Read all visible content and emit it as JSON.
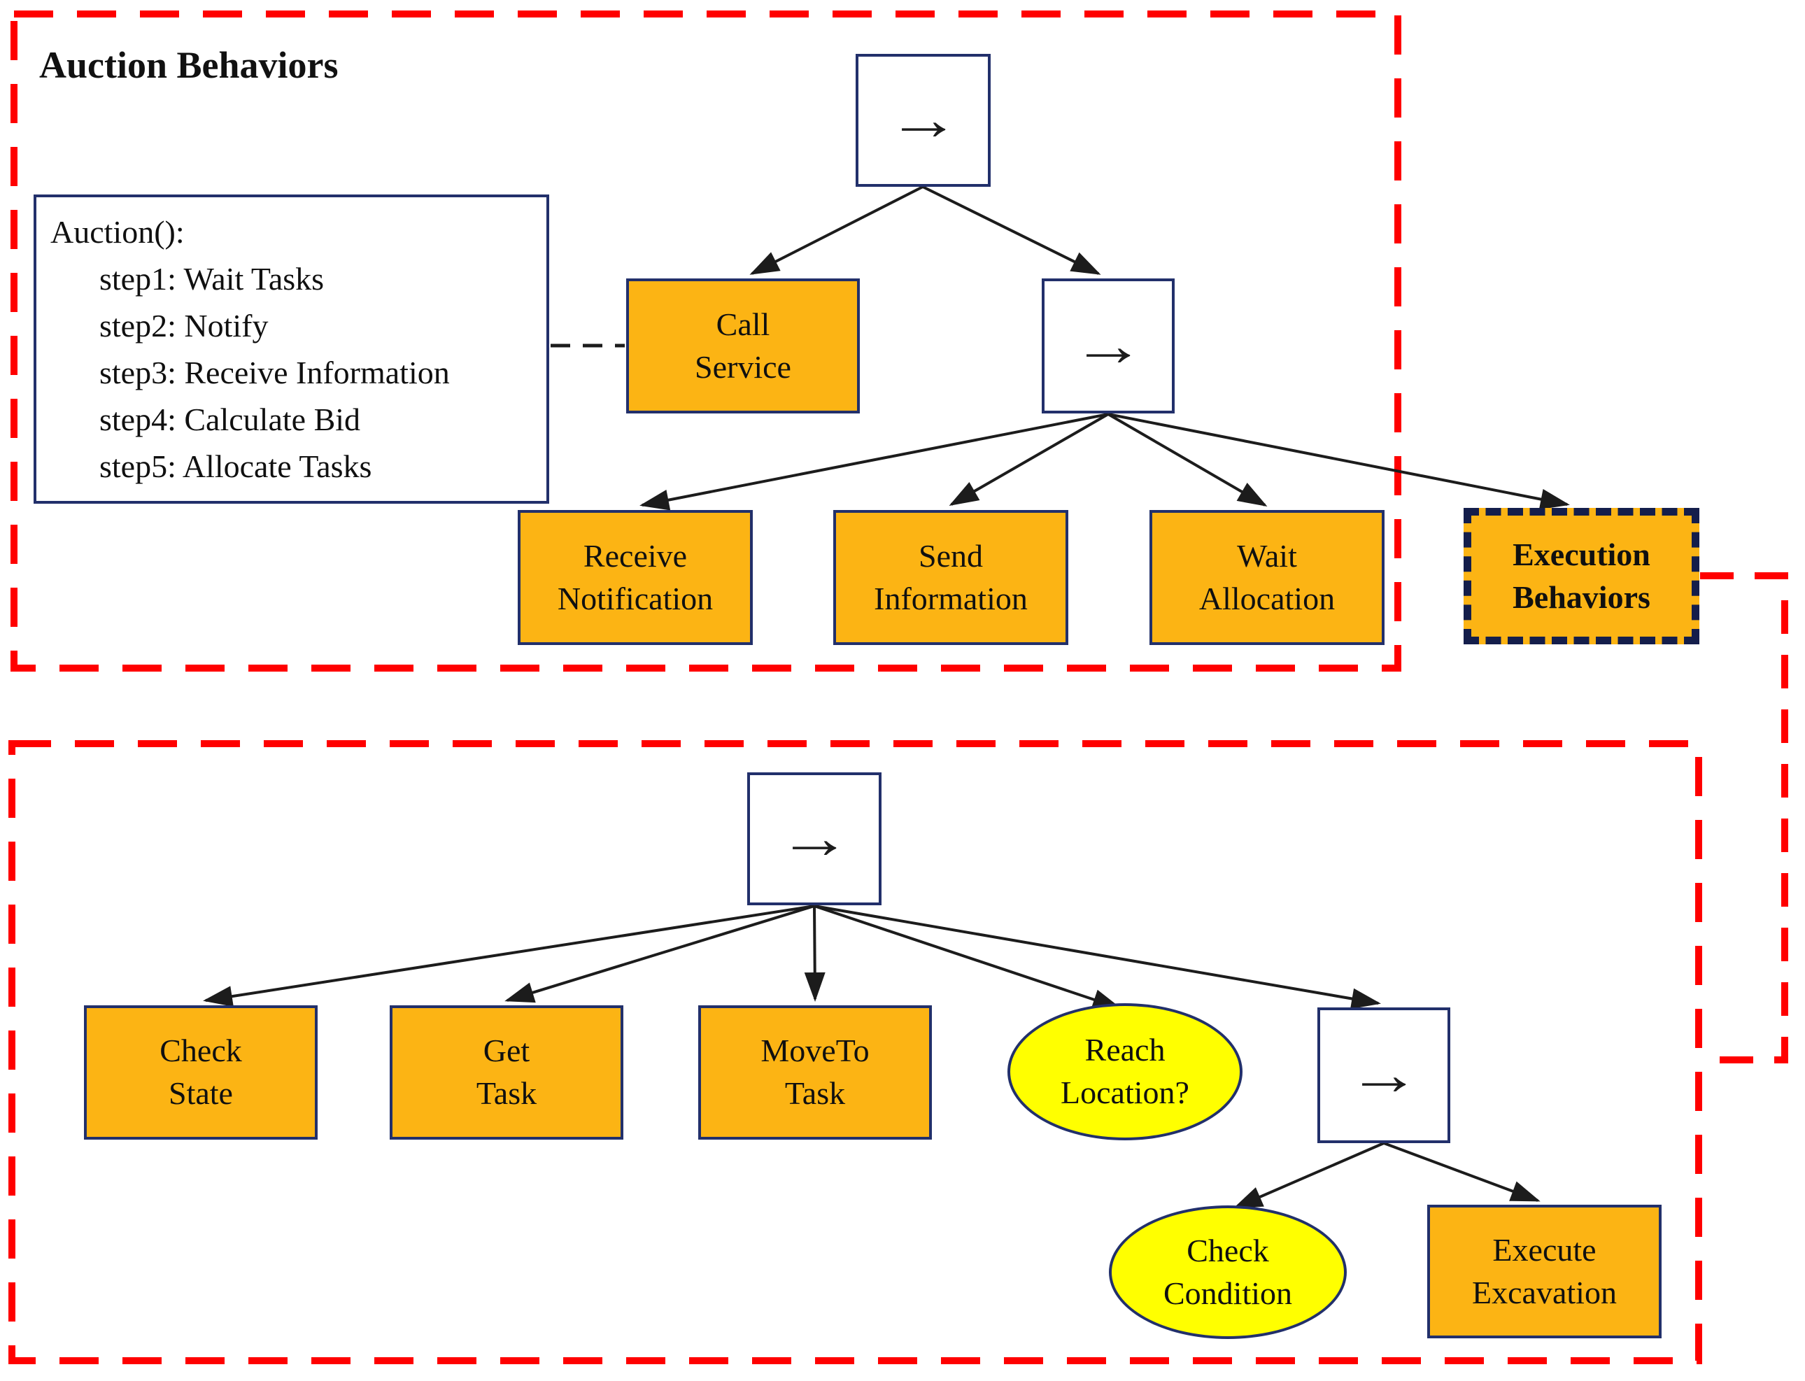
{
  "diagram": {
    "auction_section": {
      "title": "Auction Behaviors",
      "pseudocode": {
        "header": "Auction():",
        "steps": [
          "step1: Wait Tasks",
          "step2: Notify",
          "step3: Receive Information",
          "step4: Calculate Bid",
          "step5: Allocate Tasks"
        ]
      },
      "nodes": {
        "root_sequence": "→",
        "call_service": "Call\nService",
        "sub_sequence": "→",
        "receive_notification": "Receive\nNotification",
        "send_information": "Send\nInformation",
        "wait_allocation": "Wait\nAllocation",
        "execution_behaviors_link": "Execution\nBehaviors"
      }
    },
    "execution_section": {
      "nodes": {
        "root_sequence": "→",
        "check_state": "Check\nState",
        "get_task": "Get\nTask",
        "moveto_task": "MoveTo\nTask",
        "reach_location": "Reach\nLocation?",
        "sub_sequence": "→",
        "check_condition": "Check\nCondition",
        "execute_excavation": "Execute\nExcavation"
      }
    },
    "colors": {
      "action_fill": "#FCB414",
      "condition_fill": "#FFFF00",
      "node_border": "#22306B",
      "link_border": "#141E4B",
      "section_border": "#FF0000",
      "edge": "#1C1C1C"
    }
  }
}
